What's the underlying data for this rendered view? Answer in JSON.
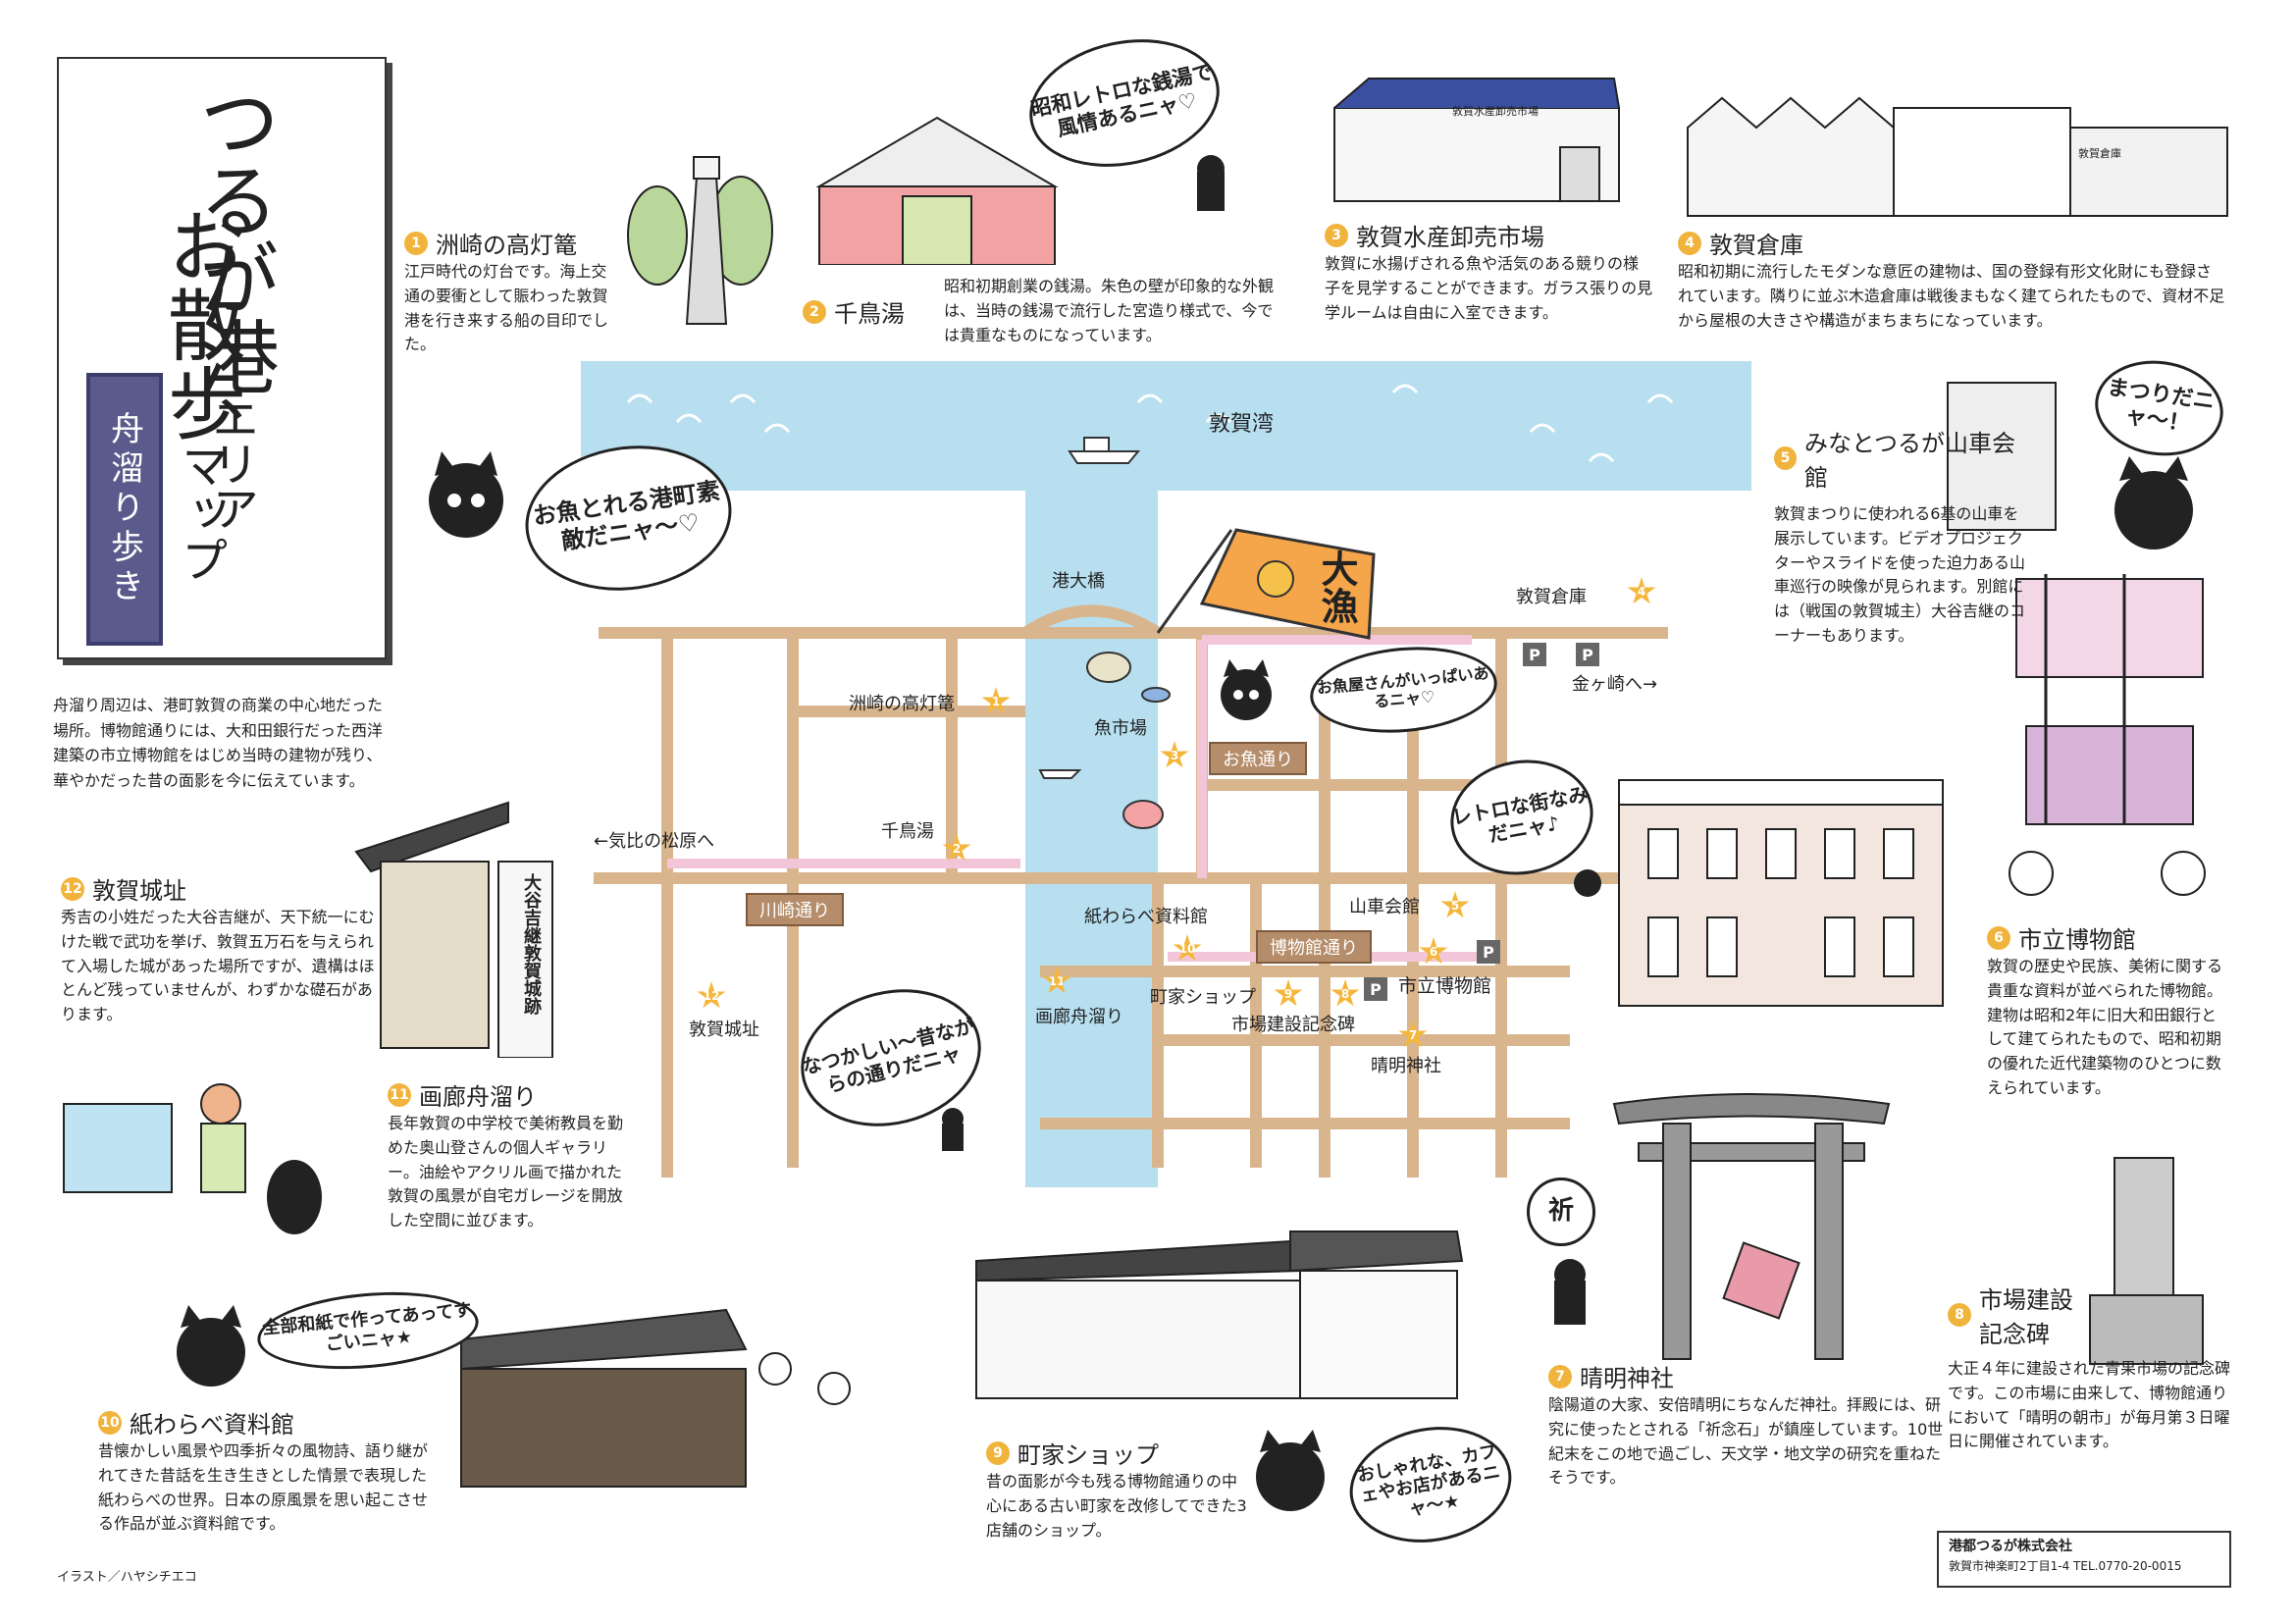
{
  "title": {
    "line1_main": "つるが港",
    "line1_sub": "エリア",
    "line2_main": "お散歩",
    "line2_sub": "マップ",
    "subtitle": "舟溜り歩き"
  },
  "intro": "舟溜り周辺は、港町敦賀の商業の中心地だった場所。博物館通りには、大和田銀行だった西洋建築の市立博物館をはじめ当時の建物が残り、華やかだった昔の面影を今に伝えています。",
  "spots": [
    {
      "num": "1",
      "name": "洲崎の高灯篭",
      "desc": "江戸時代の灯台です。海上交通の要衝として賑わった敦賀港を行き来する船の目印でした。"
    },
    {
      "num": "2",
      "name": "千鳥湯",
      "desc": "昭和初期創業の銭湯。朱色の壁が印象的な外観は、当時の銭湯で流行した宮造り様式で、今では貴重なものになっています。"
    },
    {
      "num": "3",
      "name": "敦賀水産卸売市場",
      "desc": "敦賀に水揚げされる魚や活気のある競りの様子を見学することができます。ガラス張りの見学ルームは自由に入室できます。"
    },
    {
      "num": "4",
      "name": "敦賀倉庫",
      "desc": "昭和初期に流行したモダンな意匠の建物は、国の登録有形文化財にも登録されています。隣りに並ぶ木造倉庫は戦後まもなく建てられたもので、資材不足から屋根の大きさや構造がまちまちになっています。"
    },
    {
      "num": "5",
      "name": "みなとつるが山車会館",
      "desc": "敦賀まつりに使われる6基の山車を展示しています。ビデオプロジェクターやスライドを使った迫力ある山車巡行の映像が見られます。別館には（戦国の敦賀城主）大谷吉継のコーナーもあります。"
    },
    {
      "num": "6",
      "name": "市立博物館",
      "desc": "敦賀の歴史や民族、美術に関する貴重な資料が並べられた博物館。建物は昭和2年に旧大和田銀行として建てられたもので、昭和初期の優れた近代建築物のひとつに数えられています。"
    },
    {
      "num": "7",
      "name": "晴明神社",
      "desc": "陰陽道の大家、安倍晴明にちなんだ神社。拝殿には、研究に使ったとされる「祈念石」が鎮座しています。10世紀末をこの地で過ごし、天文学・地文学の研究を重ねたそうです。"
    },
    {
      "num": "8",
      "name": "市場建設記念碑",
      "desc": "大正４年に建設された青果市場の記念碑です。この市場に由来して、博物館通りにおいて「晴明の朝市」が毎月第３日曜日に開催されています。"
    },
    {
      "num": "9",
      "name": "町家ショップ",
      "desc": "昔の面影が今も残る博物館通りの中心にある古い町家を改修してできた3店舗のショップ。"
    },
    {
      "num": "10",
      "name": "紙わらべ資料館",
      "desc": "昔懐かしい風景や四季折々の風物詩、語り継がれてきた昔話を生き生きとした情景で表現した紙わらべの世界。日本の原風景を思い起こさせる作品が並ぶ資料館です。"
    },
    {
      "num": "11",
      "name": "画廊舟溜り",
      "desc": "長年敦賀の中学校で美術教員を勤めた奥山登さんの個人ギャラリー。油絵やアクリル画で描かれた敦賀の風景が自宅ガレージを開放した空間に並びます。"
    },
    {
      "num": "12",
      "name": "敦賀城址",
      "desc": "秀吉の小姓だった大谷吉継が、天下統一にむけた戦で武功を挙げ、敦賀五万石を与えられて入場した城があった場所ですが、遺構はほとんど残っていませんが、わずかな礎石があります。"
    }
  ],
  "map": {
    "bay": "敦賀湾",
    "bridge": "港大橋",
    "fish_market": "魚市場",
    "left_arrow": "←気比の松原へ",
    "right_arrow": "金ヶ崎へ→",
    "streets": {
      "kawasaki": "川崎通り",
      "osakana": "お魚通り",
      "hakubutsukan": "博物館通り"
    },
    "labels": {
      "s1": "洲崎の高灯篭",
      "s2": "千鳥湯",
      "s4": "敦賀倉庫",
      "s5": "山車会館",
      "s6": "市立博物館",
      "s7": "晴明神社",
      "s8": "市場建設記念碑",
      "s9": "町家ショップ",
      "s10": "紙わらべ資料館",
      "s11": "画廊舟溜り",
      "s12": "敦賀城址"
    },
    "parking": "P",
    "flag_text": "大漁"
  },
  "bubbles": {
    "b1": "昭和レトロな銭湯で風情あるニャ♡",
    "b2": "お魚とれる港町素敵だニャ〜♡",
    "b3": "お魚屋さんがいっぱいあるニャ♡",
    "b4": "レトロな街なみだニャ♪",
    "b5": "まつりだニャ〜！",
    "b6": "なつかしい〜昔ながらの通りだニャ",
    "b7": "全部和紙で作ってあってすごいニャ★",
    "b8": "おしゃれな、カフェやお店があるニャ〜★",
    "b9": "祈"
  },
  "building_signs": {
    "market_sign": "敦賀水産卸売市場",
    "warehouse_sign": "敦賀倉庫",
    "castle_sign": "大谷吉継敦賀城跡"
  },
  "footer": {
    "company": "港都つるが株式会社",
    "address": "敦賀市神楽町2丁目1-4 TEL.0770-20-0015",
    "credit": "イラスト／ハヤシチエコ"
  },
  "colors": {
    "water": "#b7dff0",
    "road": "#d9b58d",
    "pink_road": "#f2c6d8",
    "badge": "#f0b43c",
    "title_purple": "#5a5a8c"
  }
}
